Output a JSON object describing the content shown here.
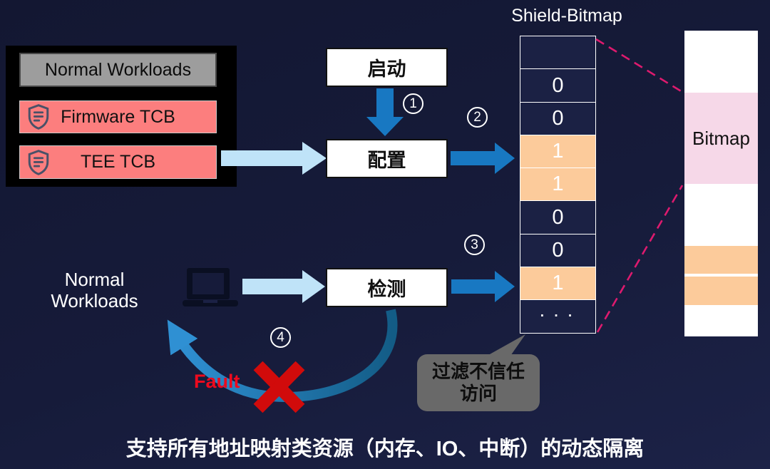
{
  "title": "Shield-Bitmap",
  "left_panel": {
    "normal_workloads": "Normal Workloads",
    "tcb_rows": [
      {
        "label": "Firmware TCB"
      },
      {
        "label": "TEE TCB"
      }
    ]
  },
  "flow": {
    "start": "启动",
    "configure": "配置",
    "detect": "检测",
    "steps": {
      "s1": "1",
      "s2": "2",
      "s3": "3",
      "s4": "4"
    }
  },
  "workloads_label": {
    "line1": "Normal",
    "line2": "Workloads"
  },
  "shield_bitmap": {
    "cells": [
      {
        "value": "",
        "state": "clear"
      },
      {
        "value": "0",
        "state": "clear"
      },
      {
        "value": "0",
        "state": "clear"
      },
      {
        "value": "1",
        "state": "set"
      },
      {
        "value": "1",
        "state": "set"
      },
      {
        "value": "0",
        "state": "clear"
      },
      {
        "value": "0",
        "state": "clear"
      },
      {
        "value": "1",
        "state": "set"
      },
      {
        "value": "· · ·",
        "state": "clear"
      }
    ]
  },
  "legend": {
    "label": "Bitmap"
  },
  "fault_label": "Fault",
  "callout": {
    "line1": "过滤不信任",
    "line2": "访问"
  },
  "caption": "支持所有地址映射类资源（内存、IO、中断）的动态隔离",
  "colors": {
    "background": "#161b3a",
    "panel_black": "#000000",
    "normal_gray": "#9d9d9d",
    "tcb_pink": "#fc7e7e",
    "arrow_blue": "#1878c2",
    "arrow_light_blue": "#bfe3f8",
    "cell_dark": "#1b2144",
    "cell_set_orange": "#fccb9b",
    "legend_pink": "#f6d8e8",
    "dashed_pink": "#dd1a6e",
    "fault_red": "#ee0a1e",
    "x_red": "#d10b0b",
    "callout_gray": "#696969",
    "shield_icon": "#4a5168"
  }
}
